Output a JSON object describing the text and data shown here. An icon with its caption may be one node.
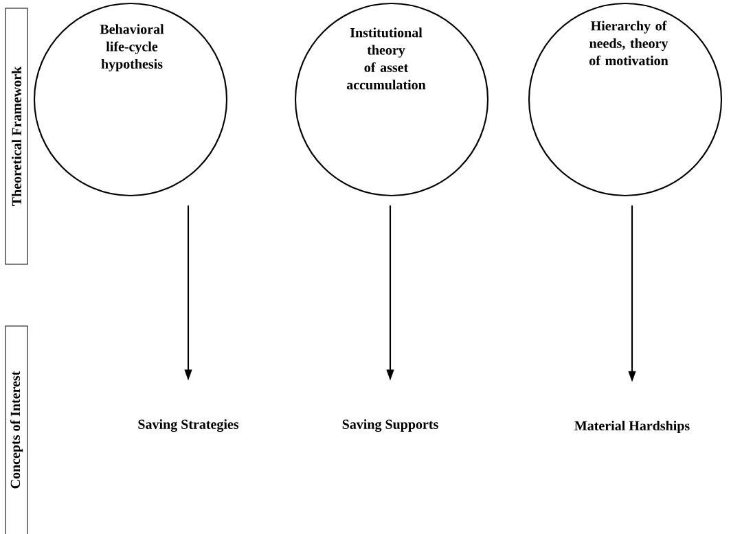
{
  "diagram": {
    "nodes": [
      {
        "text": [
          "Theoretical Framework"
        ]
      },
      {
        "text": [
          "Concepts of Interest"
        ]
      },
      {
        "text": [
          "Behavioral life-cycle hypothesis"
        ]
      },
      {
        "text": [
          "Institutional theory of asset accumulation"
        ]
      },
      {
        "text": [
          "Hierarchy of needs, theory of motivation"
        ]
      },
      {
        "text": [
          "Saving Strategies"
        ]
      },
      {
        "text": [
          "Saving Supports"
        ]
      },
      {
        "text": [
          "Material Hardships"
        ]
      }
    ],
    "edges": [
      {
        "from": 2,
        "to": 5,
        "arrow": "to"
      },
      {
        "from": 3,
        "to": 6,
        "arrow": "to"
      },
      {
        "from": 4,
        "to": 7,
        "arrow": "to"
      }
    ]
  }
}
